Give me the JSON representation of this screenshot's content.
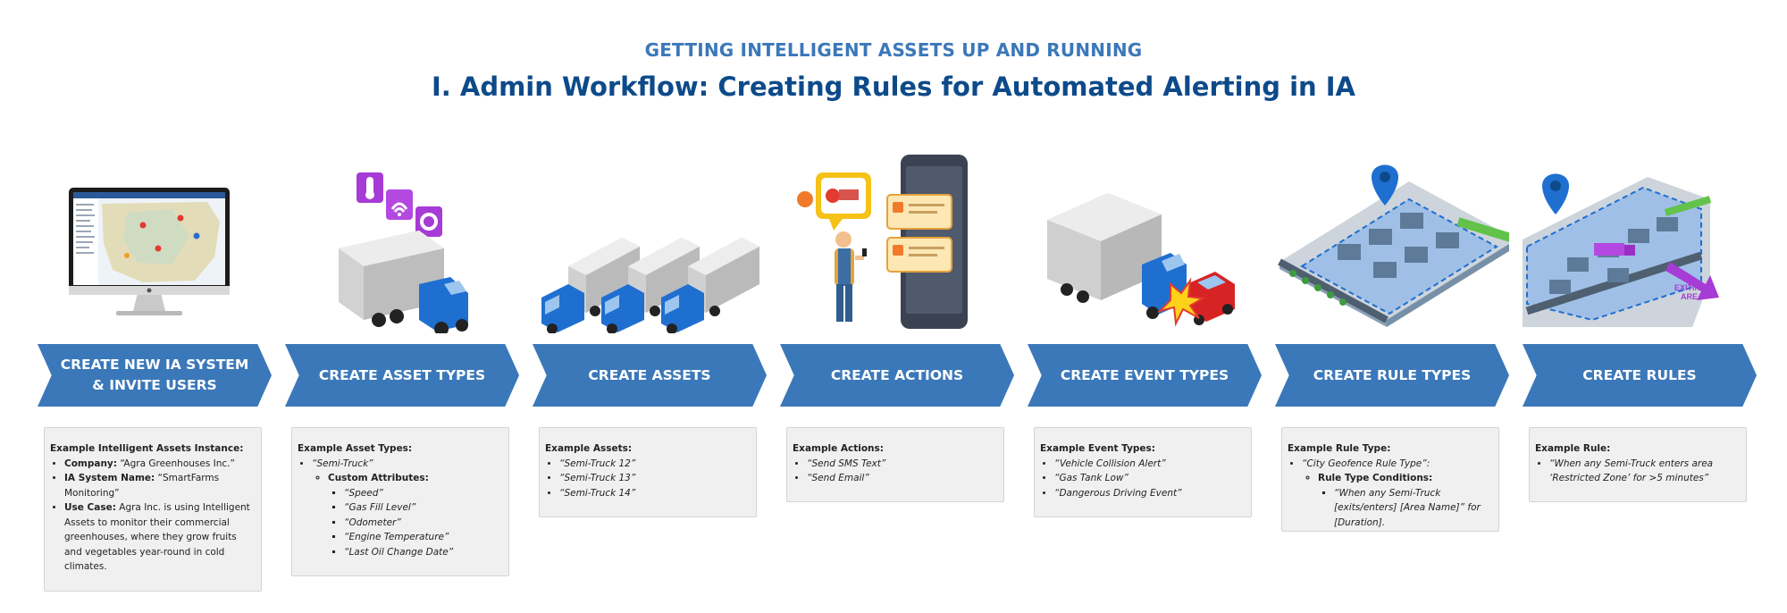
{
  "header": {
    "subtitle": "GETTING INTELLIGENT ASSETS UP AND RUNNING",
    "title": "I. Admin Workflow: Creating Rules for Automated Alerting in IA"
  },
  "colors": {
    "accent": "#3b78b9",
    "title": "#0d4a8a",
    "truck_blue": "#1f6fd1",
    "purple": "#a63bd6",
    "box_bg": "#f0f0f0"
  },
  "steps": [
    {
      "label": "CREATE NEW IA SYSTEM\n& INVITE USERS",
      "icon": "computer-map-icon",
      "box_title": "Example Intelligent Assets Instance:",
      "lines": [
        {
          "key": "Company",
          "value": " “Agra Greenhouses Inc.”"
        },
        {
          "key": "IA System Name:",
          "value": " “SmartFarms Monitoring”"
        },
        {
          "key": "Use Case:",
          "value": " Agra Inc. is using Intelligent Assets to monitor their commercial greenhouses, where they grow fruits and vegetables year-round in cold climates."
        }
      ],
      "colon": ":"
    },
    {
      "label": "CREATE ASSET TYPES",
      "icon": "truck-sensors-icon",
      "box_title": "Example Asset Types:",
      "item": "“Semi-Truck”",
      "sub_title": "Custom Attributes:",
      "subitems": [
        "“Speed”",
        "“Gas Fill Level”",
        "“Odometer”",
        "“Engine Temperature”",
        "“Last Oil Change Date”"
      ]
    },
    {
      "label": "CREATE ASSETS",
      "icon": "truck-fleet-icon",
      "box_title": "Example Assets:",
      "items": [
        "“Semi-Truck 12”",
        "“Semi-Truck 13”",
        "“Semi-Truck 14”"
      ]
    },
    {
      "label": "CREATE ACTIONS",
      "icon": "phone-notifications-icon",
      "box_title": "Example Actions:",
      "items": [
        "“Send SMS Text”",
        "“Send Email”"
      ]
    },
    {
      "label": "CREATE EVENT TYPES",
      "icon": "truck-collision-icon",
      "box_title": "Example Event Types:",
      "items": [
        "“Vehicle Collision Alert”",
        "“Gas Tank Low”",
        "“Dangerous Driving Event”"
      ]
    },
    {
      "label": "CREATE RULE TYPES",
      "icon": "geofence-map-icon",
      "box_title": "Example Rule Type:",
      "item": "“City Geofence Rule Type”:",
      "sub_title": "Rule Type Conditions:",
      "subitems": [
        "“When any Semi-Truck [exits/enters] [Area Name]” for [Duration]."
      ]
    },
    {
      "label": "CREATE RULES",
      "icon": "geofence-exit-icon",
      "box_title": "Example Rule:",
      "items": [
        "“When any Semi-Truck enters area ‘Restricted Zone’ for >5 minutes”"
      ],
      "exit_label_1": "EXITING",
      "exit_label_2": "AREA"
    }
  ]
}
